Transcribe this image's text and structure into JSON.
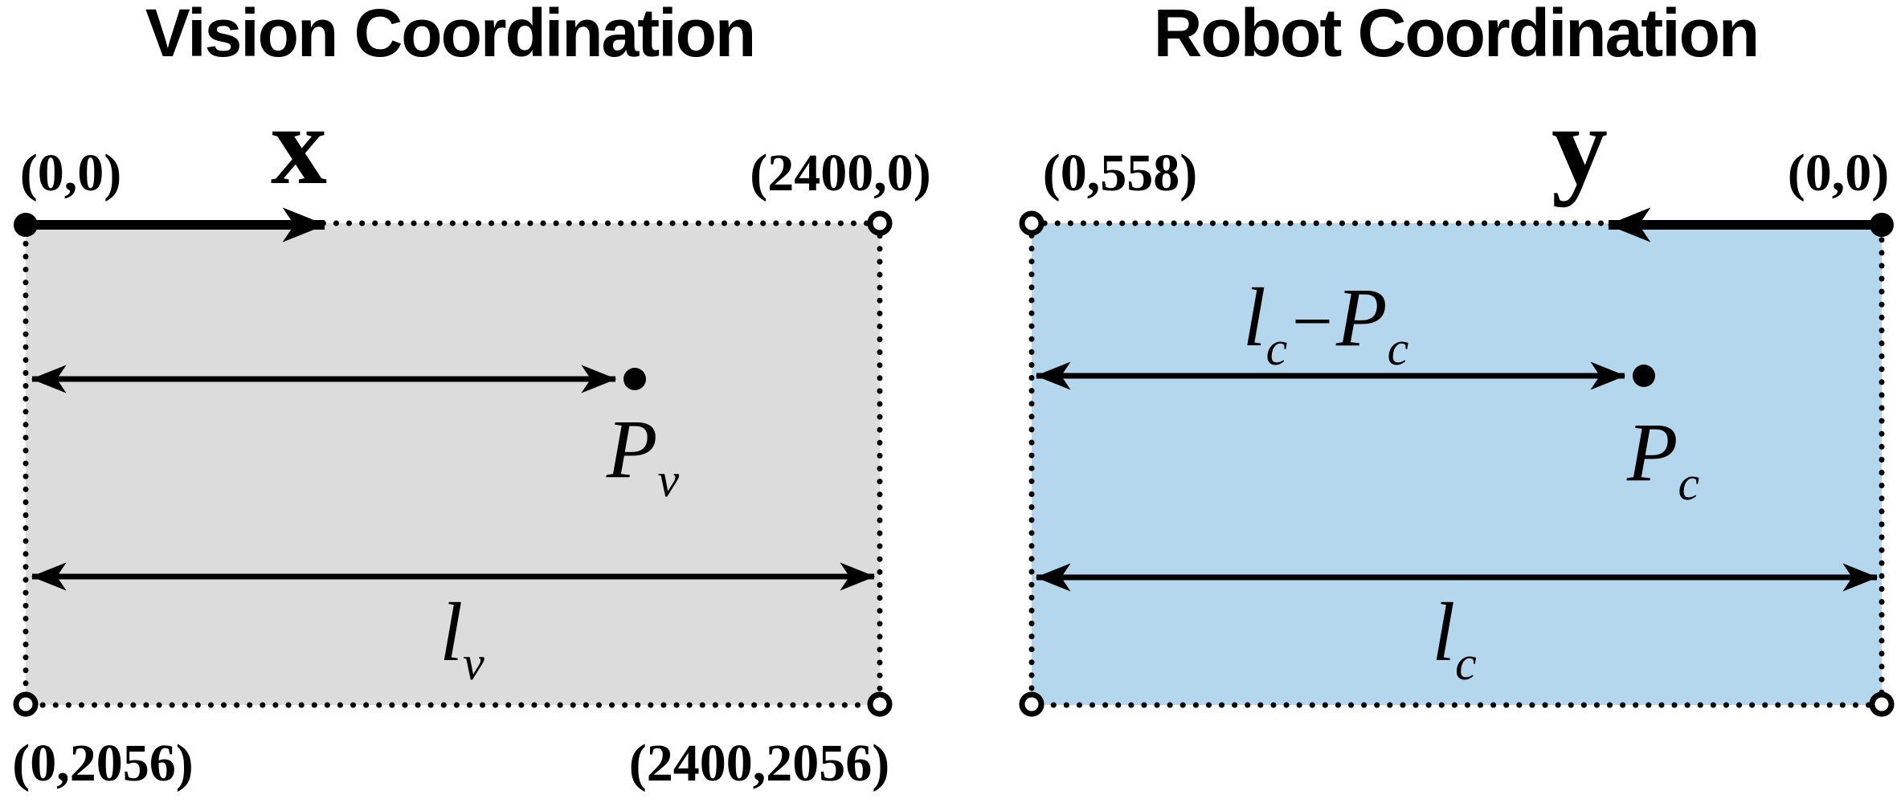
{
  "left": {
    "title": "Vision Coordination",
    "axis_label": "x",
    "corners": {
      "top_left": "(0,0)",
      "top_right": "(2400,0)",
      "bottom_left": "(0,2056)",
      "bottom_right": "(2400,2056)"
    },
    "point_label": {
      "base": "P",
      "sub": "v"
    },
    "length_label": {
      "base": "l",
      "sub": "v"
    },
    "fill": "#dcdcdc"
  },
  "right": {
    "title": "Robot Coordination",
    "axis_label": "y",
    "corners": {
      "top_left": "(0,558)",
      "top_right": "(0,0)"
    },
    "point_label": {
      "base": "P",
      "sub": "c"
    },
    "length_label": {
      "base": "l",
      "sub": "c"
    },
    "diff_label": {
      "length_base": "l",
      "length_sub": "c",
      "minus": "−",
      "point_base": "P",
      "point_sub": "c"
    },
    "fill": "#b4d7ee"
  },
  "style": {
    "stroke_color": "#000000",
    "background": "#ffffff"
  }
}
